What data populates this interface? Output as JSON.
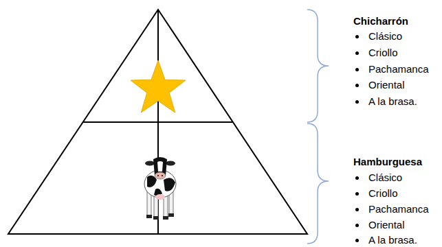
{
  "diagram": {
    "labels": [
      "Chicharrón",
      "Clásico",
      "Criollo",
      "Pachamanca",
      "Oriental",
      "A la brasa.",
      "Hamburguesa",
      "Clásico",
      "Criollo",
      "Pachamanca",
      "Oriental",
      "A la brasa."
    ]
  }
}
